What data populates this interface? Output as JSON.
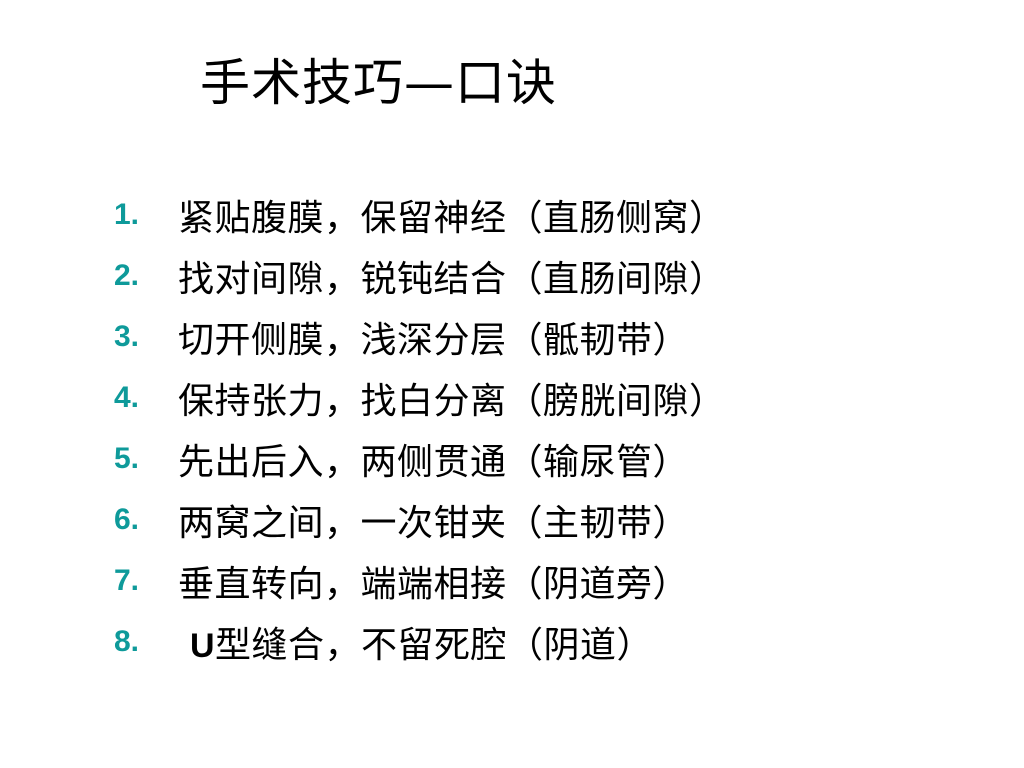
{
  "title": "手术技巧—口诀",
  "items": [
    {
      "number": "1.",
      "text": "紧贴腹膜，保留神经（直肠侧窝）"
    },
    {
      "number": "2.",
      "text": "找对间隙，锐钝结合（直肠间隙）"
    },
    {
      "number": "3.",
      "text": "切开侧膜，浅深分层（骶韧带）"
    },
    {
      "number": "4.",
      "text": "保持张力，找白分离（膀胱间隙）"
    },
    {
      "number": "5.",
      "text": "先出后入，两侧贯通（输尿管）"
    },
    {
      "number": "6.",
      "text": "两窝之间，一次钳夹（主韧带）"
    },
    {
      "number": "7.",
      "text": "垂直转向，端端相接（阴道旁）"
    },
    {
      "number": "8.",
      "prefix": "U",
      "text": "型缝合，不留死腔（阴道）"
    }
  ],
  "colors": {
    "number": "#0e9a9a",
    "text": "#000000",
    "background": "#ffffff"
  }
}
